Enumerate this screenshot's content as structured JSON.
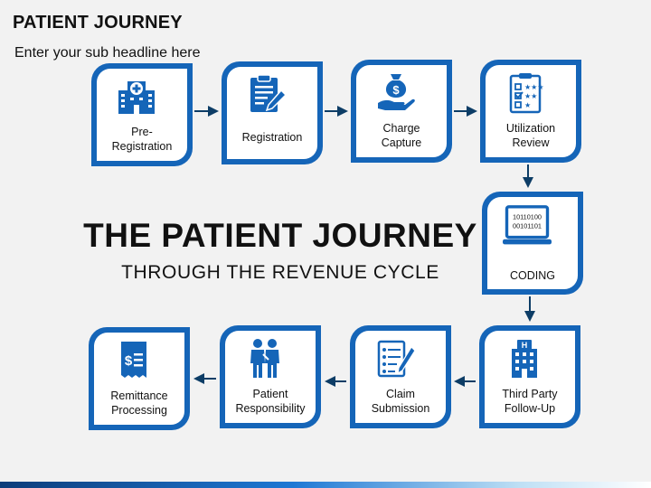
{
  "header": {
    "title": "PATIENT JOURNEY",
    "subtitle": "Enter your sub headline here"
  },
  "center": {
    "headline": "THE PATIENT JOURNEY",
    "subheadline": "THROUGH  THE REVENUE CYCLE"
  },
  "steps": [
    {
      "label": "Pre-\nRegistration",
      "icon": "hospital-icon"
    },
    {
      "label": "Registration",
      "icon": "clipboard-pen-icon"
    },
    {
      "label": "Charge\nCapture",
      "icon": "money-bag-hand-icon"
    },
    {
      "label": "Utilization\nReview",
      "icon": "checklist-star-icon"
    },
    {
      "label": "CODING",
      "icon": "computer-binary-icon",
      "code_lines": [
        "10110100",
        "00101101"
      ]
    },
    {
      "label": "Third Party\nFollow-Up",
      "icon": "office-building-icon"
    },
    {
      "label": "Claim\nSubmission",
      "icon": "checklist-pen-icon"
    },
    {
      "label": "Patient\nResponsibility",
      "icon": "two-people-icon"
    },
    {
      "label": "Remittance\nProcessing",
      "icon": "receipt-dollar-icon"
    }
  ],
  "colors": {
    "accent": "#1565b8",
    "arrow": "#0d3d66",
    "text": "#111111",
    "background": "#f2f2f2"
  }
}
